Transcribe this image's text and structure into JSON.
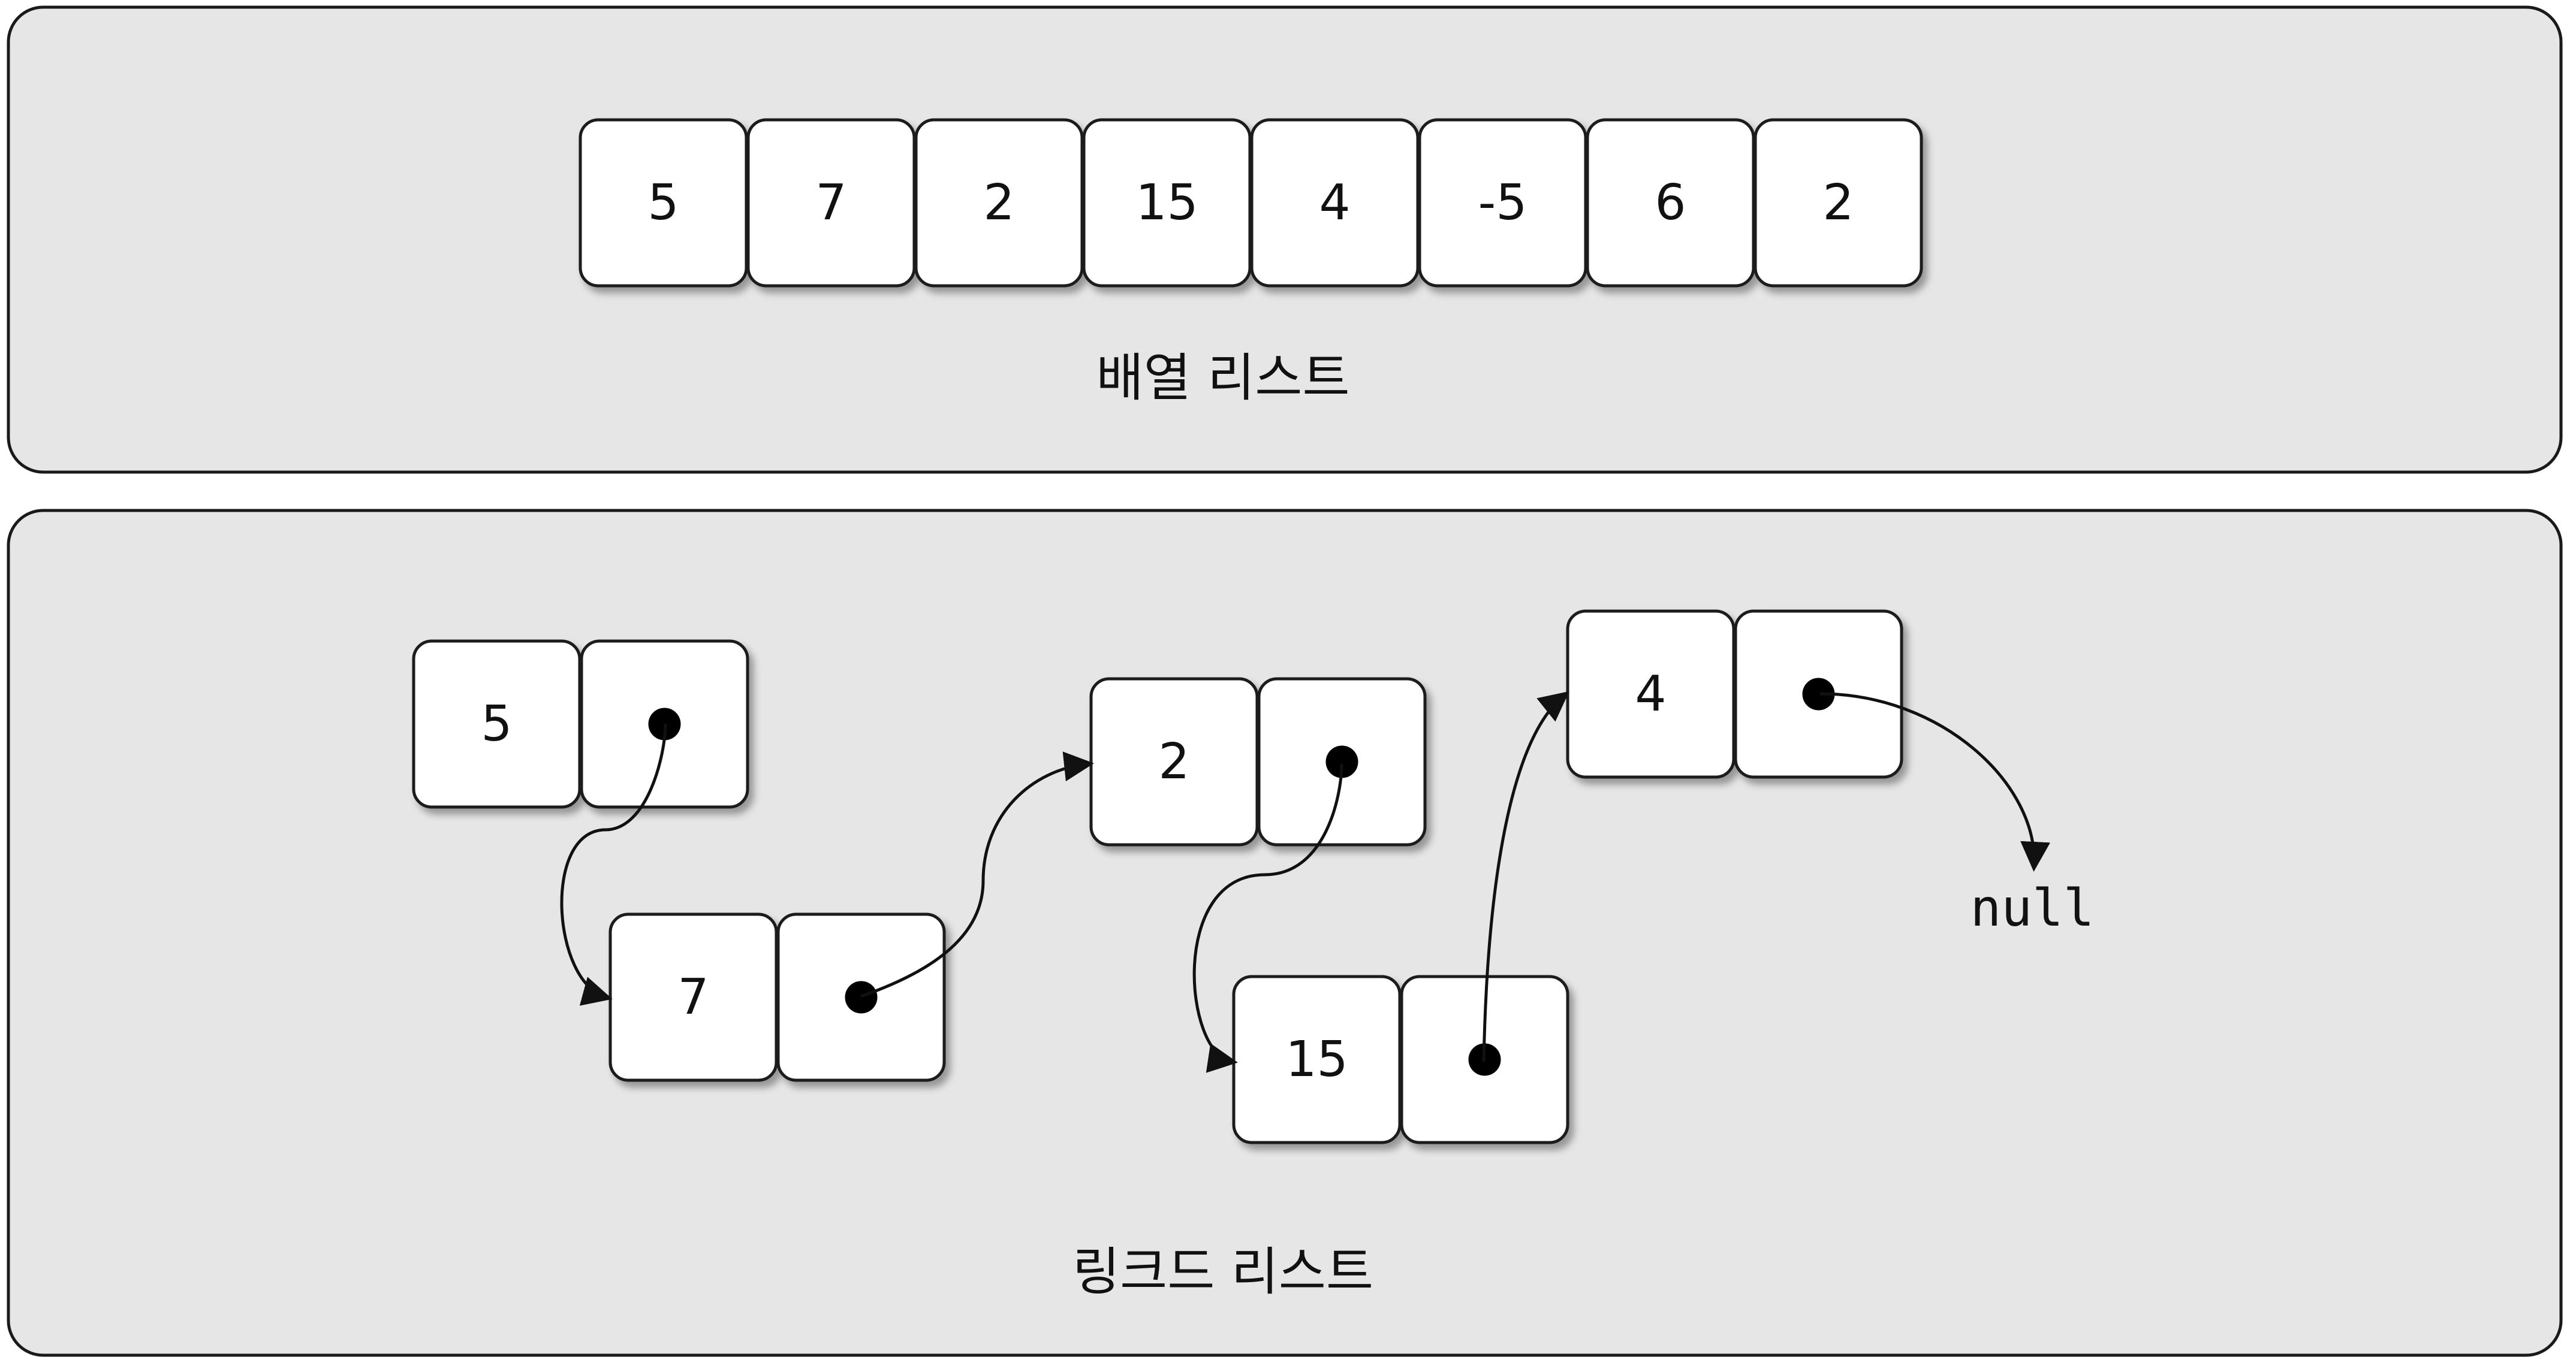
{
  "array_list": {
    "title": "배열 리스트",
    "values": [
      "5",
      "7",
      "2",
      "15",
      "4",
      "-5",
      "6",
      "2"
    ]
  },
  "linked_list": {
    "title": "링크드 리스트",
    "nodes": [
      {
        "value": "5"
      },
      {
        "value": "7"
      },
      {
        "value": "2"
      },
      {
        "value": "15"
      },
      {
        "value": "4"
      }
    ],
    "terminator": "null"
  },
  "colors": {
    "panel_fill": "#e6e6e6",
    "cell_fill": "#ffffff",
    "stroke": "#1a1a1a",
    "pointer_dot": "#000000"
  }
}
